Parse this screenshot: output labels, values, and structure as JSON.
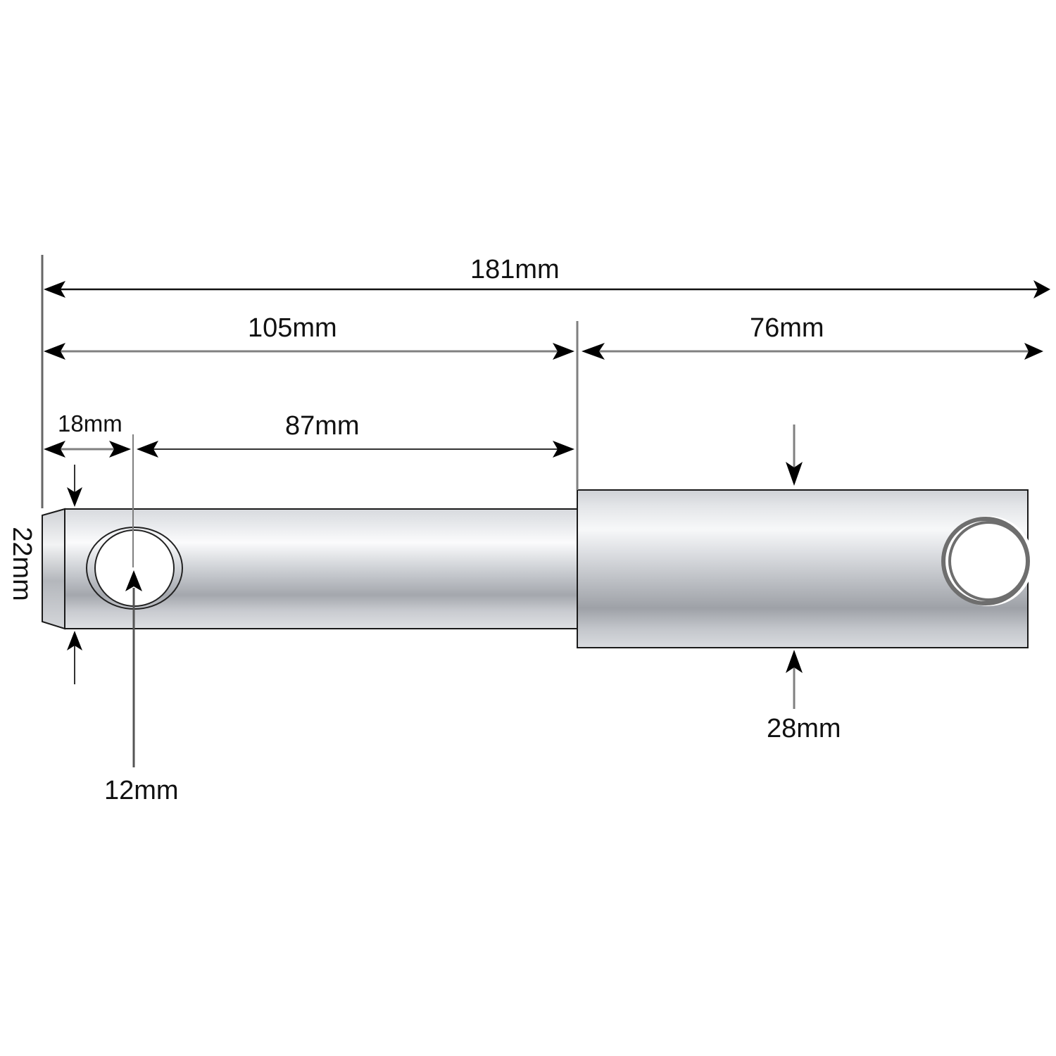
{
  "diagram": {
    "subject": "top-link-pin",
    "colors": {
      "background": "#ffffff",
      "outline": "#1a1a1a",
      "dim_line_dark": "#111111",
      "dim_line_grey": "#808080",
      "arrow": "#000000",
      "metal_light": "#f4f5f7",
      "metal_mid": "#c9ccd1",
      "metal_dark": "#9a9da3",
      "hole_fill": "#ffffff",
      "hole_ring": "#6e6e6e"
    },
    "dimensions": {
      "overall_length": "181mm",
      "small_section_length": "105mm",
      "large_section_length": "76mm",
      "hole_offset_from_end": "18mm",
      "hole_to_shoulder": "87mm",
      "small_diameter": "22mm",
      "large_diameter": "28mm",
      "hole_diameter": "12mm"
    }
  }
}
